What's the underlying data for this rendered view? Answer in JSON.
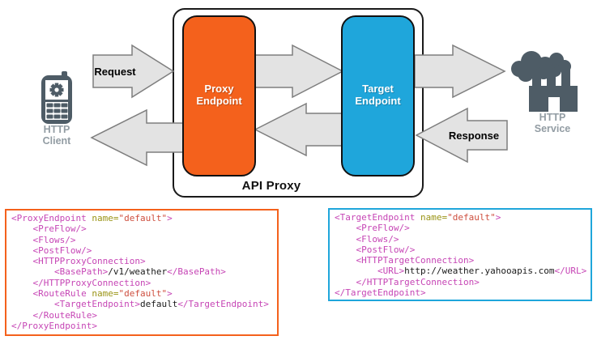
{
  "colors": {
    "orange": "#f4611c",
    "blue": "#1fa6db",
    "arrow_fill": "#e3e3e3",
    "arrow_stroke": "#7e7e7e",
    "container_stroke": "#1a1a1a",
    "icon": "#4e5c66",
    "icon_label": "#929ca3",
    "tag": "#c645b5",
    "attr": "#9a9416",
    "value": "#ce4f3f",
    "code_text": "#1a1a1a"
  },
  "diagram": {
    "title": "API Proxy",
    "request_label": "Request",
    "response_label": "Response",
    "proxy_endpoint": {
      "line1": "Proxy",
      "line2": "Endpoint"
    },
    "target_endpoint": {
      "line1": "Target",
      "line2": "Endpoint"
    },
    "http_client": {
      "line1": "HTTP",
      "line2": "Client"
    },
    "http_service": {
      "line1": "HTTP",
      "line2": "Service"
    }
  },
  "code_blocks": {
    "proxy_endpoint_xml": {
      "lines": [
        [
          [
            "tag",
            "<ProxyEndpoint"
          ],
          [
            "plain",
            " "
          ],
          [
            "attr",
            "name="
          ],
          [
            "val",
            "\"default\""
          ],
          [
            "tag",
            ">"
          ]
        ],
        [
          [
            "plain",
            "    "
          ],
          [
            "tag",
            "<PreFlow/>"
          ]
        ],
        [
          [
            "plain",
            "    "
          ],
          [
            "tag",
            "<Flows/>"
          ]
        ],
        [
          [
            "plain",
            "    "
          ],
          [
            "tag",
            "<PostFlow/>"
          ]
        ],
        [
          [
            "plain",
            "    "
          ],
          [
            "tag",
            "<HTTPProxyConnection>"
          ]
        ],
        [
          [
            "plain",
            "        "
          ],
          [
            "tag",
            "<BasePath>"
          ],
          [
            "plain",
            "/v1/weather"
          ],
          [
            "tag",
            "</BasePath>"
          ]
        ],
        [
          [
            "plain",
            "    "
          ],
          [
            "tag",
            "</HTTPProxyConnection>"
          ]
        ],
        [
          [
            "plain",
            "    "
          ],
          [
            "tag",
            "<RouteRule"
          ],
          [
            "plain",
            " "
          ],
          [
            "attr",
            "name="
          ],
          [
            "val",
            "\"default\""
          ],
          [
            "tag",
            ">"
          ]
        ],
        [
          [
            "plain",
            "        "
          ],
          [
            "tag",
            "<TargetEndpoint>"
          ],
          [
            "plain",
            "default"
          ],
          [
            "tag",
            "</TargetEndpoint>"
          ]
        ],
        [
          [
            "plain",
            "    "
          ],
          [
            "tag",
            "</RouteRule>"
          ]
        ],
        [
          [
            "tag",
            "</ProxyEndpoint>"
          ]
        ]
      ]
    },
    "target_endpoint_xml": {
      "lines": [
        [
          [
            "tag",
            "<TargetEndpoint"
          ],
          [
            "plain",
            " "
          ],
          [
            "attr",
            "name="
          ],
          [
            "val",
            "\"default\""
          ],
          [
            "tag",
            ">"
          ]
        ],
        [
          [
            "plain",
            "    "
          ],
          [
            "tag",
            "<PreFlow/>"
          ]
        ],
        [
          [
            "plain",
            "    "
          ],
          [
            "tag",
            "<Flows/>"
          ]
        ],
        [
          [
            "plain",
            "    "
          ],
          [
            "tag",
            "<PostFlow/>"
          ]
        ],
        [
          [
            "plain",
            "    "
          ],
          [
            "tag",
            "<HTTPTargetConnection>"
          ]
        ],
        [
          [
            "plain",
            "        "
          ],
          [
            "tag",
            "<URL>"
          ],
          [
            "plain",
            "http://weather.yahooapis.com"
          ],
          [
            "tag",
            "</URL>"
          ]
        ],
        [
          [
            "plain",
            "    "
          ],
          [
            "tag",
            "</HTTPTargetConnection>"
          ]
        ],
        [
          [
            "tag",
            "</TargetEndpoint>"
          ]
        ]
      ]
    }
  }
}
